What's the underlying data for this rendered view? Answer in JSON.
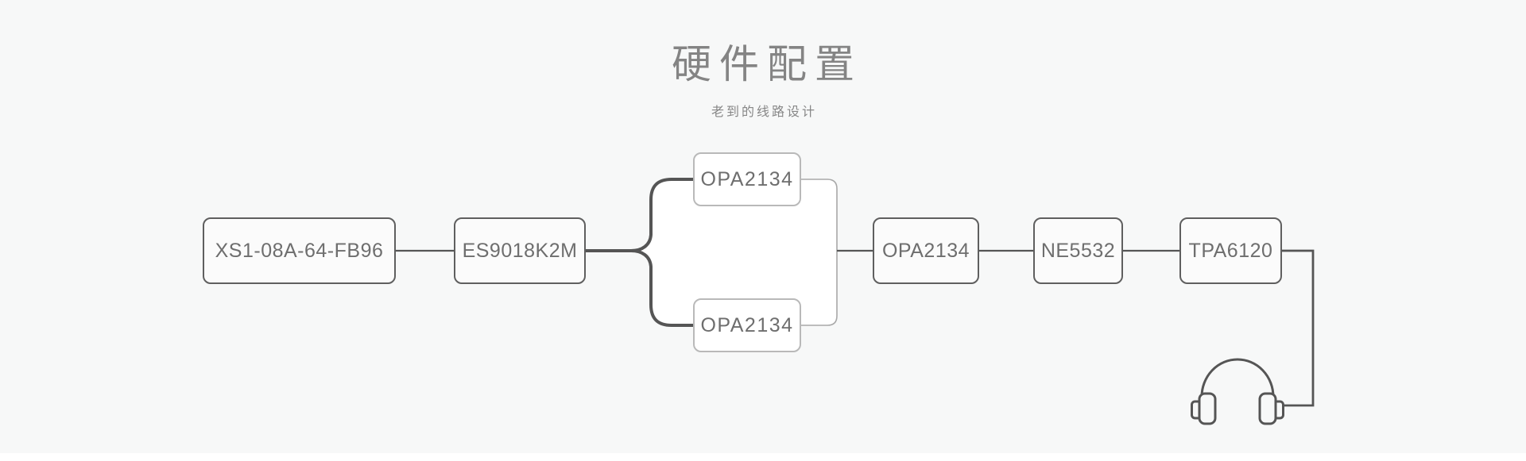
{
  "page": {
    "title": "硬件配置",
    "subtitle": "老到的线路设计",
    "background_color": "#f7f8f8",
    "line_color": "#555555",
    "box_border_color": "#5f5f5f",
    "parallel_box_border_color": "#b9b9b9",
    "text_color": "#6e6e6e"
  },
  "diagram": {
    "nodes": [
      {
        "id": "xs1",
        "label": "XS1-08A-64-FB96",
        "type": "main"
      },
      {
        "id": "es9018",
        "label": "ES9018K2M",
        "type": "main"
      },
      {
        "id": "opa-top",
        "label": "OPA2134",
        "type": "parallel"
      },
      {
        "id": "opa-bottom",
        "label": "OPA2134",
        "type": "parallel"
      },
      {
        "id": "opa-merge",
        "label": "OPA2134",
        "type": "main"
      },
      {
        "id": "ne5532",
        "label": "NE5532",
        "type": "main"
      },
      {
        "id": "tpa6120",
        "label": "TPA6120",
        "type": "main"
      }
    ],
    "flow": "XS1-08A-64-FB96 → ES9018K2M → (OPA2134 ‖ OPA2134) → OPA2134 → NE5532 → TPA6120 → headphones",
    "output": "headphones-icon"
  }
}
